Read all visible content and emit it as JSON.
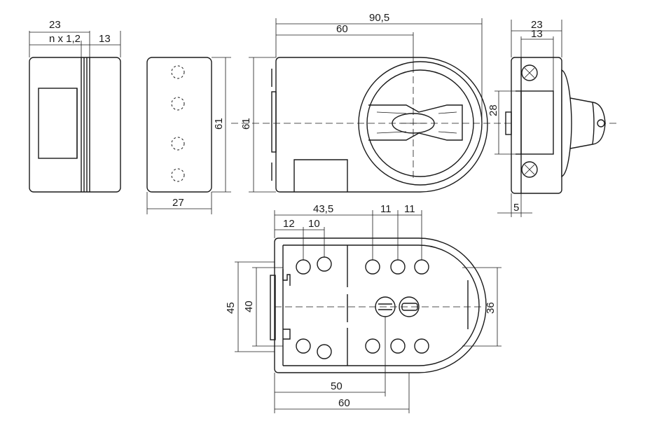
{
  "dimensions": {
    "side_left": {
      "total_width": "23",
      "plates": "n x 1,2",
      "body_width": "13"
    },
    "front_left": {
      "height": "61",
      "width": "27"
    },
    "main": {
      "total_width": "90,5",
      "partial_width": "60",
      "height": "61"
    },
    "side_right": {
      "total_width": "23",
      "inner_width": "13",
      "bolt_height": "28",
      "offset": "5"
    },
    "bottom": {
      "hole_span": "43,5",
      "hole_pitch_1": "11",
      "hole_pitch_2": "11",
      "left_offset": "12",
      "left_pitch": "10",
      "outer_height": "45",
      "inner_height": "40",
      "curve_height": "36",
      "center_distance": "50",
      "total_width": "60"
    }
  }
}
